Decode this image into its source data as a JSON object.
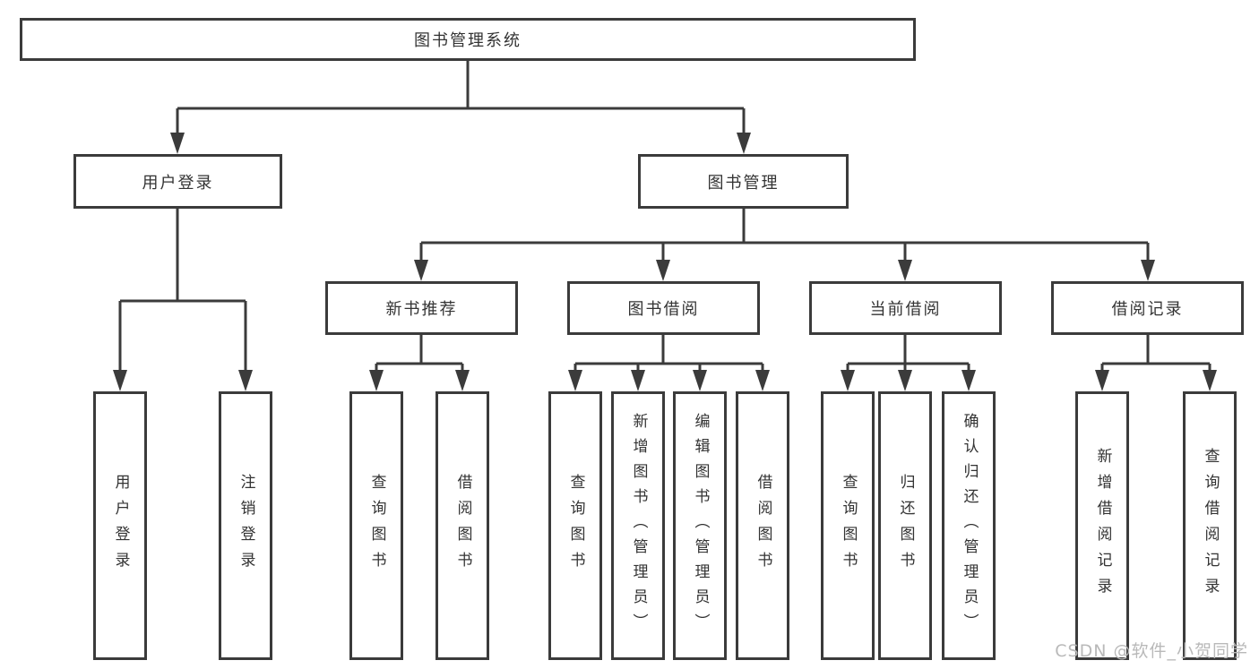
{
  "diagram": {
    "root": {
      "label": "图书管理系统"
    },
    "level2": {
      "user_login": {
        "label": "用户登录"
      },
      "book_mgmt": {
        "label": "图书管理"
      }
    },
    "level3": {
      "new_books": {
        "label": "新书推荐"
      },
      "book_borrow": {
        "label": "图书借阅"
      },
      "current_borrow": {
        "label": "当前借阅"
      },
      "borrow_records": {
        "label": "借阅记录"
      }
    },
    "leaves": {
      "user_login": [
        "用户登录",
        "注销登录"
      ],
      "new_books": [
        "查询图书",
        "借阅图书"
      ],
      "book_borrow": [
        "查询图书",
        "新增图书（管理员）",
        "编辑图书（管理员）",
        "借阅图书"
      ],
      "current_borrow": [
        "查询图书",
        "归还图书",
        "确认归还（管理员）"
      ],
      "borrow_records": [
        "新增借阅记录",
        "查询借阅记录"
      ]
    },
    "watermark": "CSDN @软件_小贺同学",
    "colors": {
      "line": "#3b3b3b",
      "text": "#333333",
      "watermark": "#b9b9b9",
      "background": "#ffffff"
    }
  }
}
